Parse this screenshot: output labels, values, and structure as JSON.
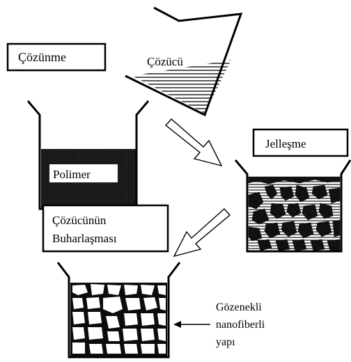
{
  "labels": {
    "cozunme": "Çözünme",
    "cozucu": "Çözücü",
    "polimer": "Polimer",
    "jellesme": "Jelleşme",
    "buharlasma_line1": "Çözücünün",
    "buharlasma_line2": "Buharlaşması",
    "gozenekli_line1": "Gözenekli",
    "gozenekli_line2": "nanofiberli",
    "gozenekli_line3": "yapı"
  },
  "colors": {
    "ink": "#000000",
    "paper": "#ffffff",
    "gel_dark": "#1a1a1a"
  }
}
